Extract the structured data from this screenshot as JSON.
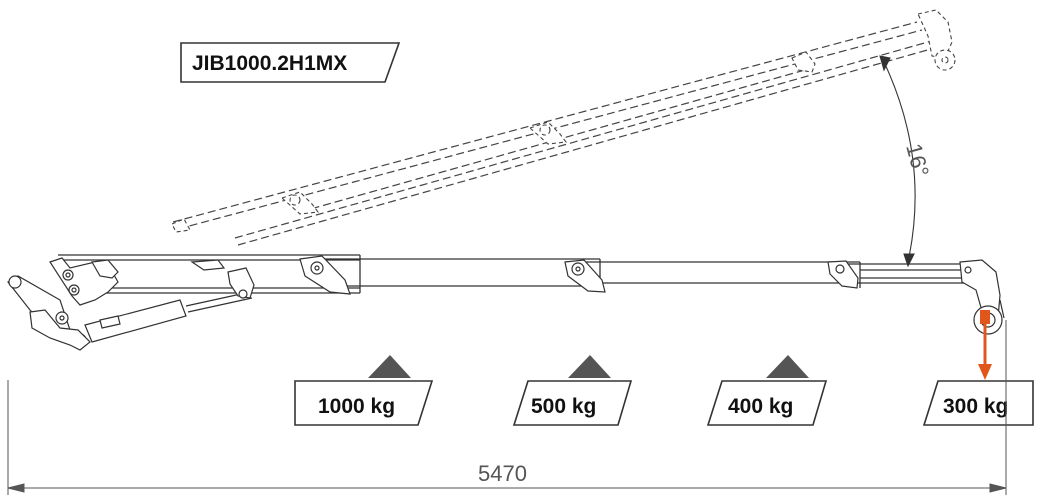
{
  "model_label": "JIB1000.2H1MX",
  "angle_label": "16°",
  "length_label": "5470",
  "loads": [
    {
      "weight": "1000 kg"
    },
    {
      "weight": "500 kg"
    },
    {
      "weight": "400 kg"
    },
    {
      "weight": "300 kg"
    }
  ],
  "colors": {
    "line": "#333333",
    "marker": "#555555",
    "load_arrow": "#e0561b",
    "dimension": "#555555"
  }
}
